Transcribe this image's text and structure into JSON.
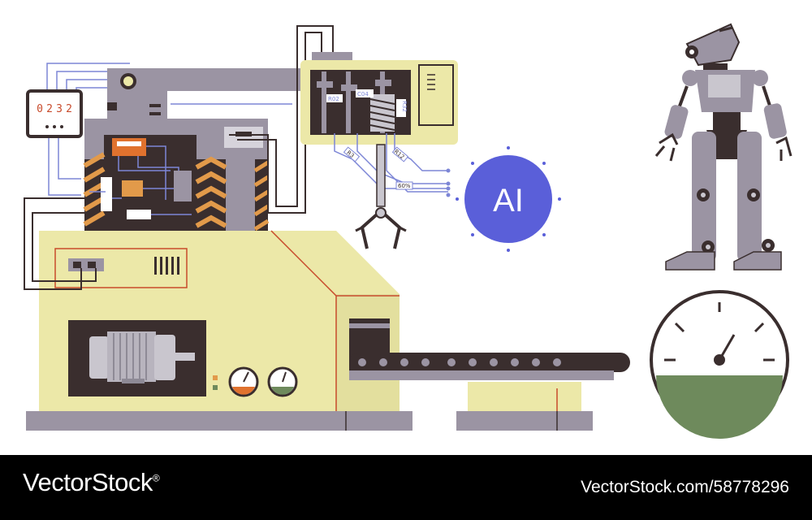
{
  "illustration": {
    "meter_digits": [
      "0",
      "2",
      "3",
      "2"
    ],
    "chip_labels": [
      "R02",
      "C04",
      "R32"
    ],
    "resistor_labels": [
      "R3",
      "R12",
      "60%"
    ],
    "ai_badge_text": "AI",
    "colors": {
      "machine_yellow": "#ECE8A8",
      "frame_gray": "#9B94A3",
      "dark_brown": "#3A2E2E",
      "ai_blue": "#5A5FD9",
      "gauge_green": "#6E8A5C",
      "hazard_orange": "#E29A4A",
      "accent_red": "#C84A2B",
      "wire_blue": "#7D86D6"
    },
    "icons": [
      "digital-meter-icon",
      "robotic-claw-icon",
      "electric-motor-icon",
      "conveyor-belt-icon",
      "humanoid-robot-icon",
      "speed-gauge-icon",
      "ai-badge-icon"
    ]
  },
  "footer": {
    "brand": "VectorStock",
    "brand_mark": "®",
    "stock_id": "VectorStock.com/58778296"
  }
}
